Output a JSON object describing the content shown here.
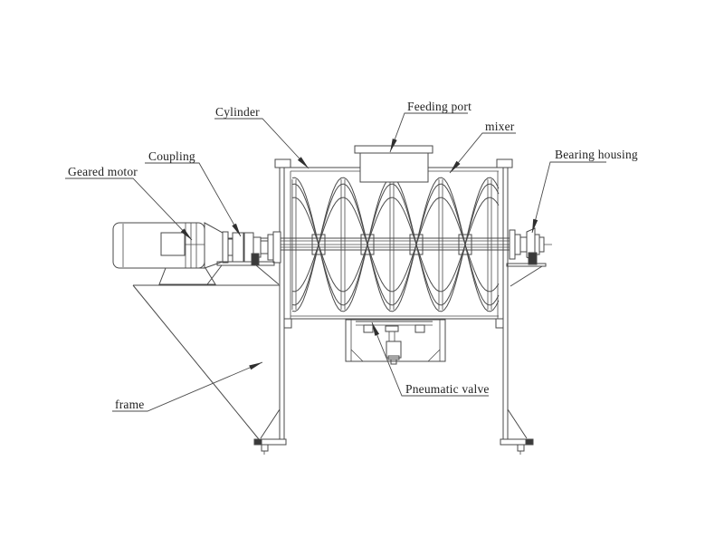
{
  "diagram": {
    "labels": {
      "cylinder": "Cylinder",
      "feeding_port": "Feeding port",
      "mixer": "mixer",
      "bearing_housing": "Bearing housing",
      "coupling": "Coupling",
      "geared_motor": "Geared motor",
      "frame": "frame",
      "pneumatic_valve": "Pneumatic valve"
    },
    "colors": {
      "line": "#4a4a4a",
      "dark": "#3a3a3a",
      "text": "#1f1f1f",
      "background": "#ffffff"
    }
  }
}
